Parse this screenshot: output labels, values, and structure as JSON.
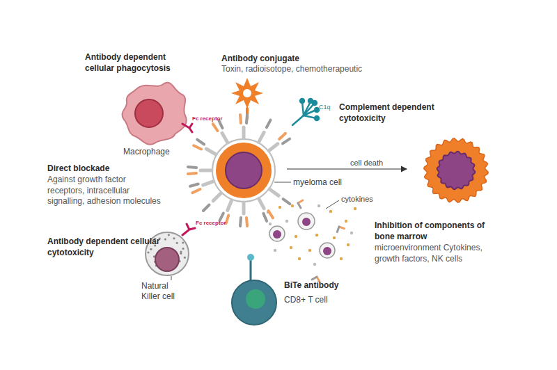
{
  "diagram": {
    "nodes": [
      {
        "text": [
          "myeloma cell"
        ]
      },
      {
        "text": [
          "Macrophage"
        ]
      },
      {
        "text": [
          "Natural Killer cell"
        ]
      },
      {
        "text": [
          "CD8+ T cell"
        ]
      }
    ],
    "labels": [
      "Antibody dependent cellular phagocytosis",
      "Fc receptor",
      "Antibody conjugate",
      "Toxin, radioisotope, chemotherapeutic",
      "Complement dependent cytotoxicity",
      "C1q",
      "cell death",
      "Direct blockade",
      "Against growth factor receptors, intracellular signalling, adhesion molecules",
      "Antibody dependent cellular cytotoxicity",
      "Fc receptor",
      "cytokines",
      "Inhibition of components of bone marrow",
      "microenvironment Cytokines, growth factors, NK cells",
      "BiTe antibody"
    ]
  }
}
